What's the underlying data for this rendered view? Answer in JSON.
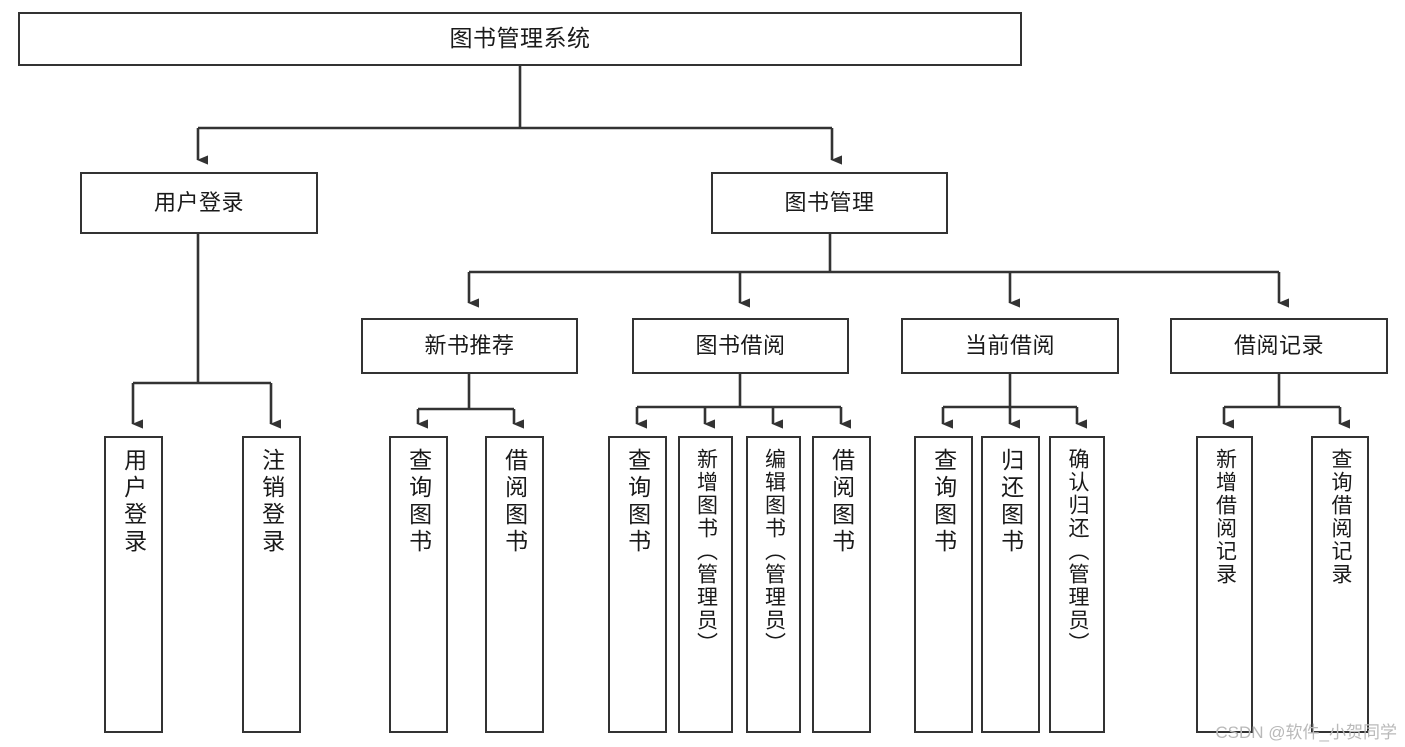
{
  "diagram": {
    "title": "图书管理系统",
    "type": "tree-hierarchy",
    "watermark": "CSDN @软件_小贺同学",
    "colors": {
      "box_border": "#333333",
      "box_fill": "#ffffff",
      "edge": "#333333",
      "text": "#1a1a1a",
      "watermark": "#b9b9b9"
    },
    "root": {
      "label": "图书管理系统"
    },
    "level2": [
      {
        "label": "用户登录"
      },
      {
        "label": "图书管理"
      }
    ],
    "level3": [
      {
        "label": "新书推荐"
      },
      {
        "label": "图书借阅"
      },
      {
        "label": "当前借阅"
      },
      {
        "label": "借阅记录"
      }
    ],
    "leaves": {
      "user_login": [
        {
          "label": "用户登录"
        },
        {
          "label": "注销登录"
        }
      ],
      "new_book_rec": [
        {
          "label": "查询图书"
        },
        {
          "label": "借阅图书"
        }
      ],
      "book_borrow": [
        {
          "label": "查询图书"
        },
        {
          "label": "新增图书（管理员）"
        },
        {
          "label": "编辑图书（管理员）"
        },
        {
          "label": "借阅图书"
        }
      ],
      "current_borrow": [
        {
          "label": "查询图书"
        },
        {
          "label": "归还图书"
        },
        {
          "label": "确认归还（管理员）"
        }
      ],
      "borrow_record": [
        {
          "label": "新增借阅记录"
        },
        {
          "label": "查询借阅记录"
        }
      ]
    }
  }
}
